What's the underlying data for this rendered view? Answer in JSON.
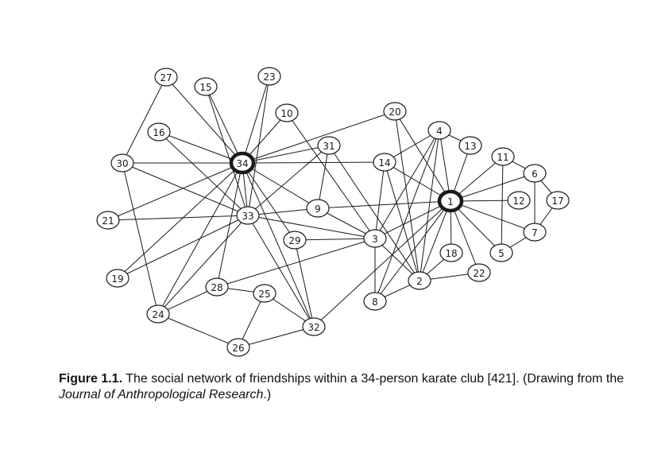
{
  "diagram": {
    "hub_nodes": [
      "1",
      "34"
    ],
    "nodes": [
      {
        "id": "1"
      },
      {
        "id": "2"
      },
      {
        "id": "3"
      },
      {
        "id": "4"
      },
      {
        "id": "5"
      },
      {
        "id": "6"
      },
      {
        "id": "7"
      },
      {
        "id": "8"
      },
      {
        "id": "9"
      },
      {
        "id": "10"
      },
      {
        "id": "11"
      },
      {
        "id": "12"
      },
      {
        "id": "13"
      },
      {
        "id": "14"
      },
      {
        "id": "15"
      },
      {
        "id": "16"
      },
      {
        "id": "17"
      },
      {
        "id": "18"
      },
      {
        "id": "19"
      },
      {
        "id": "20"
      },
      {
        "id": "21"
      },
      {
        "id": "22"
      },
      {
        "id": "23"
      },
      {
        "id": "24"
      },
      {
        "id": "25"
      },
      {
        "id": "26"
      },
      {
        "id": "27"
      },
      {
        "id": "28"
      },
      {
        "id": "29"
      },
      {
        "id": "30"
      },
      {
        "id": "31"
      },
      {
        "id": "32"
      },
      {
        "id": "33"
      },
      {
        "id": "34"
      }
    ],
    "edges": [
      [
        "1",
        "2"
      ],
      [
        "1",
        "3"
      ],
      [
        "1",
        "4"
      ],
      [
        "1",
        "5"
      ],
      [
        "1",
        "6"
      ],
      [
        "1",
        "7"
      ],
      [
        "1",
        "8"
      ],
      [
        "1",
        "9"
      ],
      [
        "1",
        "11"
      ],
      [
        "1",
        "12"
      ],
      [
        "1",
        "13"
      ],
      [
        "1",
        "14"
      ],
      [
        "1",
        "18"
      ],
      [
        "1",
        "20"
      ],
      [
        "1",
        "22"
      ],
      [
        "1",
        "32"
      ],
      [
        "2",
        "3"
      ],
      [
        "2",
        "4"
      ],
      [
        "2",
        "8"
      ],
      [
        "2",
        "14"
      ],
      [
        "2",
        "18"
      ],
      [
        "2",
        "20"
      ],
      [
        "2",
        "22"
      ],
      [
        "2",
        "31"
      ],
      [
        "3",
        "4"
      ],
      [
        "3",
        "8"
      ],
      [
        "3",
        "9"
      ],
      [
        "3",
        "10"
      ],
      [
        "3",
        "14"
      ],
      [
        "3",
        "28"
      ],
      [
        "3",
        "29"
      ],
      [
        "3",
        "33"
      ],
      [
        "4",
        "8"
      ],
      [
        "4",
        "13"
      ],
      [
        "4",
        "14"
      ],
      [
        "5",
        "7"
      ],
      [
        "5",
        "11"
      ],
      [
        "6",
        "7"
      ],
      [
        "6",
        "11"
      ],
      [
        "6",
        "17"
      ],
      [
        "7",
        "17"
      ],
      [
        "9",
        "31"
      ],
      [
        "9",
        "33"
      ],
      [
        "9",
        "34"
      ],
      [
        "10",
        "34"
      ],
      [
        "14",
        "34"
      ],
      [
        "15",
        "33"
      ],
      [
        "15",
        "34"
      ],
      [
        "16",
        "33"
      ],
      [
        "16",
        "34"
      ],
      [
        "19",
        "33"
      ],
      [
        "19",
        "34"
      ],
      [
        "20",
        "34"
      ],
      [
        "21",
        "33"
      ],
      [
        "21",
        "34"
      ],
      [
        "23",
        "33"
      ],
      [
        "23",
        "34"
      ],
      [
        "24",
        "26"
      ],
      [
        "24",
        "28"
      ],
      [
        "24",
        "30"
      ],
      [
        "24",
        "33"
      ],
      [
        "24",
        "34"
      ],
      [
        "25",
        "26"
      ],
      [
        "25",
        "28"
      ],
      [
        "25",
        "32"
      ],
      [
        "26",
        "32"
      ],
      [
        "27",
        "30"
      ],
      [
        "27",
        "34"
      ],
      [
        "28",
        "34"
      ],
      [
        "29",
        "32"
      ],
      [
        "29",
        "34"
      ],
      [
        "30",
        "33"
      ],
      [
        "30",
        "34"
      ],
      [
        "31",
        "33"
      ],
      [
        "31",
        "34"
      ],
      [
        "32",
        "33"
      ],
      [
        "32",
        "34"
      ],
      [
        "33",
        "34"
      ]
    ]
  },
  "caption": {
    "lead": "Figure 1.1.",
    "text_1": " The social network of friendships within a 34-person karate club [421]. (Drawing from the ",
    "journal": "Journal of Anthropological Research",
    "text_2": ".)"
  }
}
